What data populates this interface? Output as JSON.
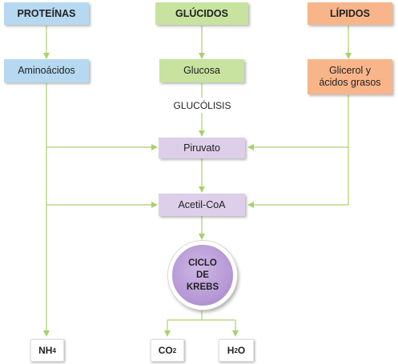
{
  "colors": {
    "arrow": "#a8d26a",
    "proteins": "#b6d9f1",
    "glucids": "#c7e39f",
    "lipids": "#f9b58a",
    "intermediate": "#ddcfe9",
    "krebs": "#b79ad6"
  },
  "headers": {
    "proteins": "PROTEÍNAS",
    "glucids": "GLÚCIDOS",
    "lipids": "LÍPIDOS"
  },
  "monomers": {
    "aminoacids": "Aminoácidos",
    "glucose": "Glucosa",
    "glycerol": "Glicerol y\nácidos grasos"
  },
  "process_label": "GLUCÓLISIS",
  "intermediates": {
    "pyruvate": "Piruvato",
    "acetyl_coa": "Acetil-CoA"
  },
  "krebs": "CICLO\nDE\nKREBS",
  "products": {
    "nh4": {
      "base": "NH",
      "sub": "4"
    },
    "co2": {
      "base": "CO",
      "sub": "2"
    },
    "h2o": {
      "base": "H",
      "sub": "2",
      "tail": "O"
    }
  }
}
